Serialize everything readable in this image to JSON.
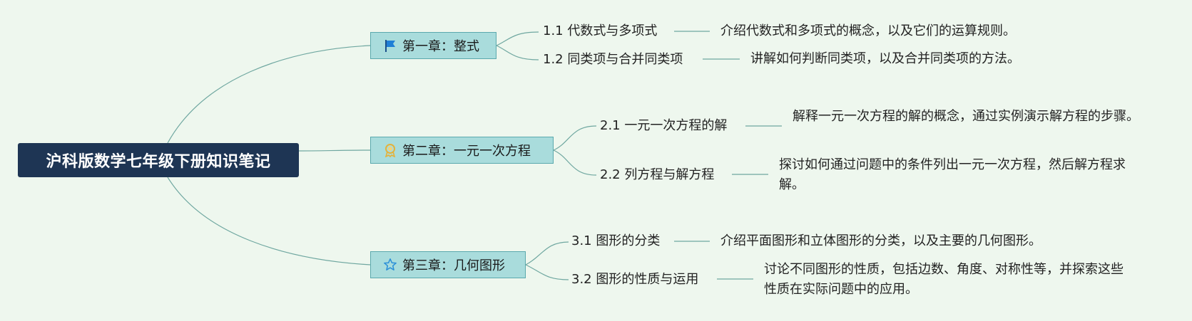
{
  "root": {
    "title": "沪科版数学七年级下册知识笔记"
  },
  "chapters": [
    {
      "title": "第一章：整式",
      "icon": "flag-icon",
      "sections": [
        {
          "title": "1.1 代数式与多项式",
          "desc": "介绍代数式和多项式的概念，以及它们的运算规则。"
        },
        {
          "title": "1.2 同类项与合并同类项",
          "desc": "讲解如何判断同类项，以及合并同类项的方法。"
        }
      ]
    },
    {
      "title": "第二章：一元一次方程",
      "icon": "award-ribbon-icon",
      "sections": [
        {
          "title": "2.1 一元一次方程的解",
          "desc": "解释一元一次方程的解的概念，通过实例演示解方程的步骤。"
        },
        {
          "title": "2.2 列方程与解方程",
          "desc": "探讨如何通过问题中的条件列出一元一次方程，然后解方程求解。"
        }
      ]
    },
    {
      "title": "第三章：几何图形",
      "icon": "star-outline-icon",
      "sections": [
        {
          "title": "3.1 图形的分类",
          "desc": "介绍平面图形和立体图形的分类，以及主要的几何图形。"
        },
        {
          "title": "3.2 图形的性质与运用",
          "desc": "讨论不同图形的性质，包括边数、角度、对称性等，并探索这些性质在实际问题中的应用。"
        }
      ]
    }
  ],
  "colors": {
    "background": "#eef7ee",
    "root_fill": "#1e3554",
    "chapter_fill": "#a9dcdc",
    "chapter_border": "#5aa9ad",
    "link": "#6fa7a0",
    "flag_icon": "#1f7fd6",
    "award_icon": "#e3b23c",
    "star_icon": "#2a8fd8"
  }
}
